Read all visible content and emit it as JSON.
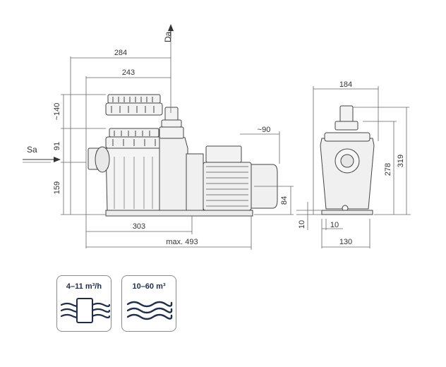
{
  "dimensions": {
    "overall_length": "284",
    "prefilter_length": "243",
    "basket_height": "~140",
    "suction_height": "91",
    "base_height": "159",
    "mount_length": "303",
    "max_length": "max. 493",
    "motor_offset": "~90",
    "foot_height": "84",
    "side_width": "184",
    "height_278": "278",
    "height_319": "319",
    "foot_a": "10",
    "foot_b": "10",
    "foot_span": "130"
  },
  "flow_labels": {
    "suction": "Sa",
    "discharge": "Da"
  },
  "badges": [
    {
      "text": "4–11 m³/h",
      "icon": "filter-flow-icon"
    },
    {
      "text": "10–60 m³",
      "icon": "water-waves-icon"
    }
  ],
  "colors": {
    "line": "#666666",
    "body": "#3a3a3a",
    "wave": "#1f2f4a"
  }
}
